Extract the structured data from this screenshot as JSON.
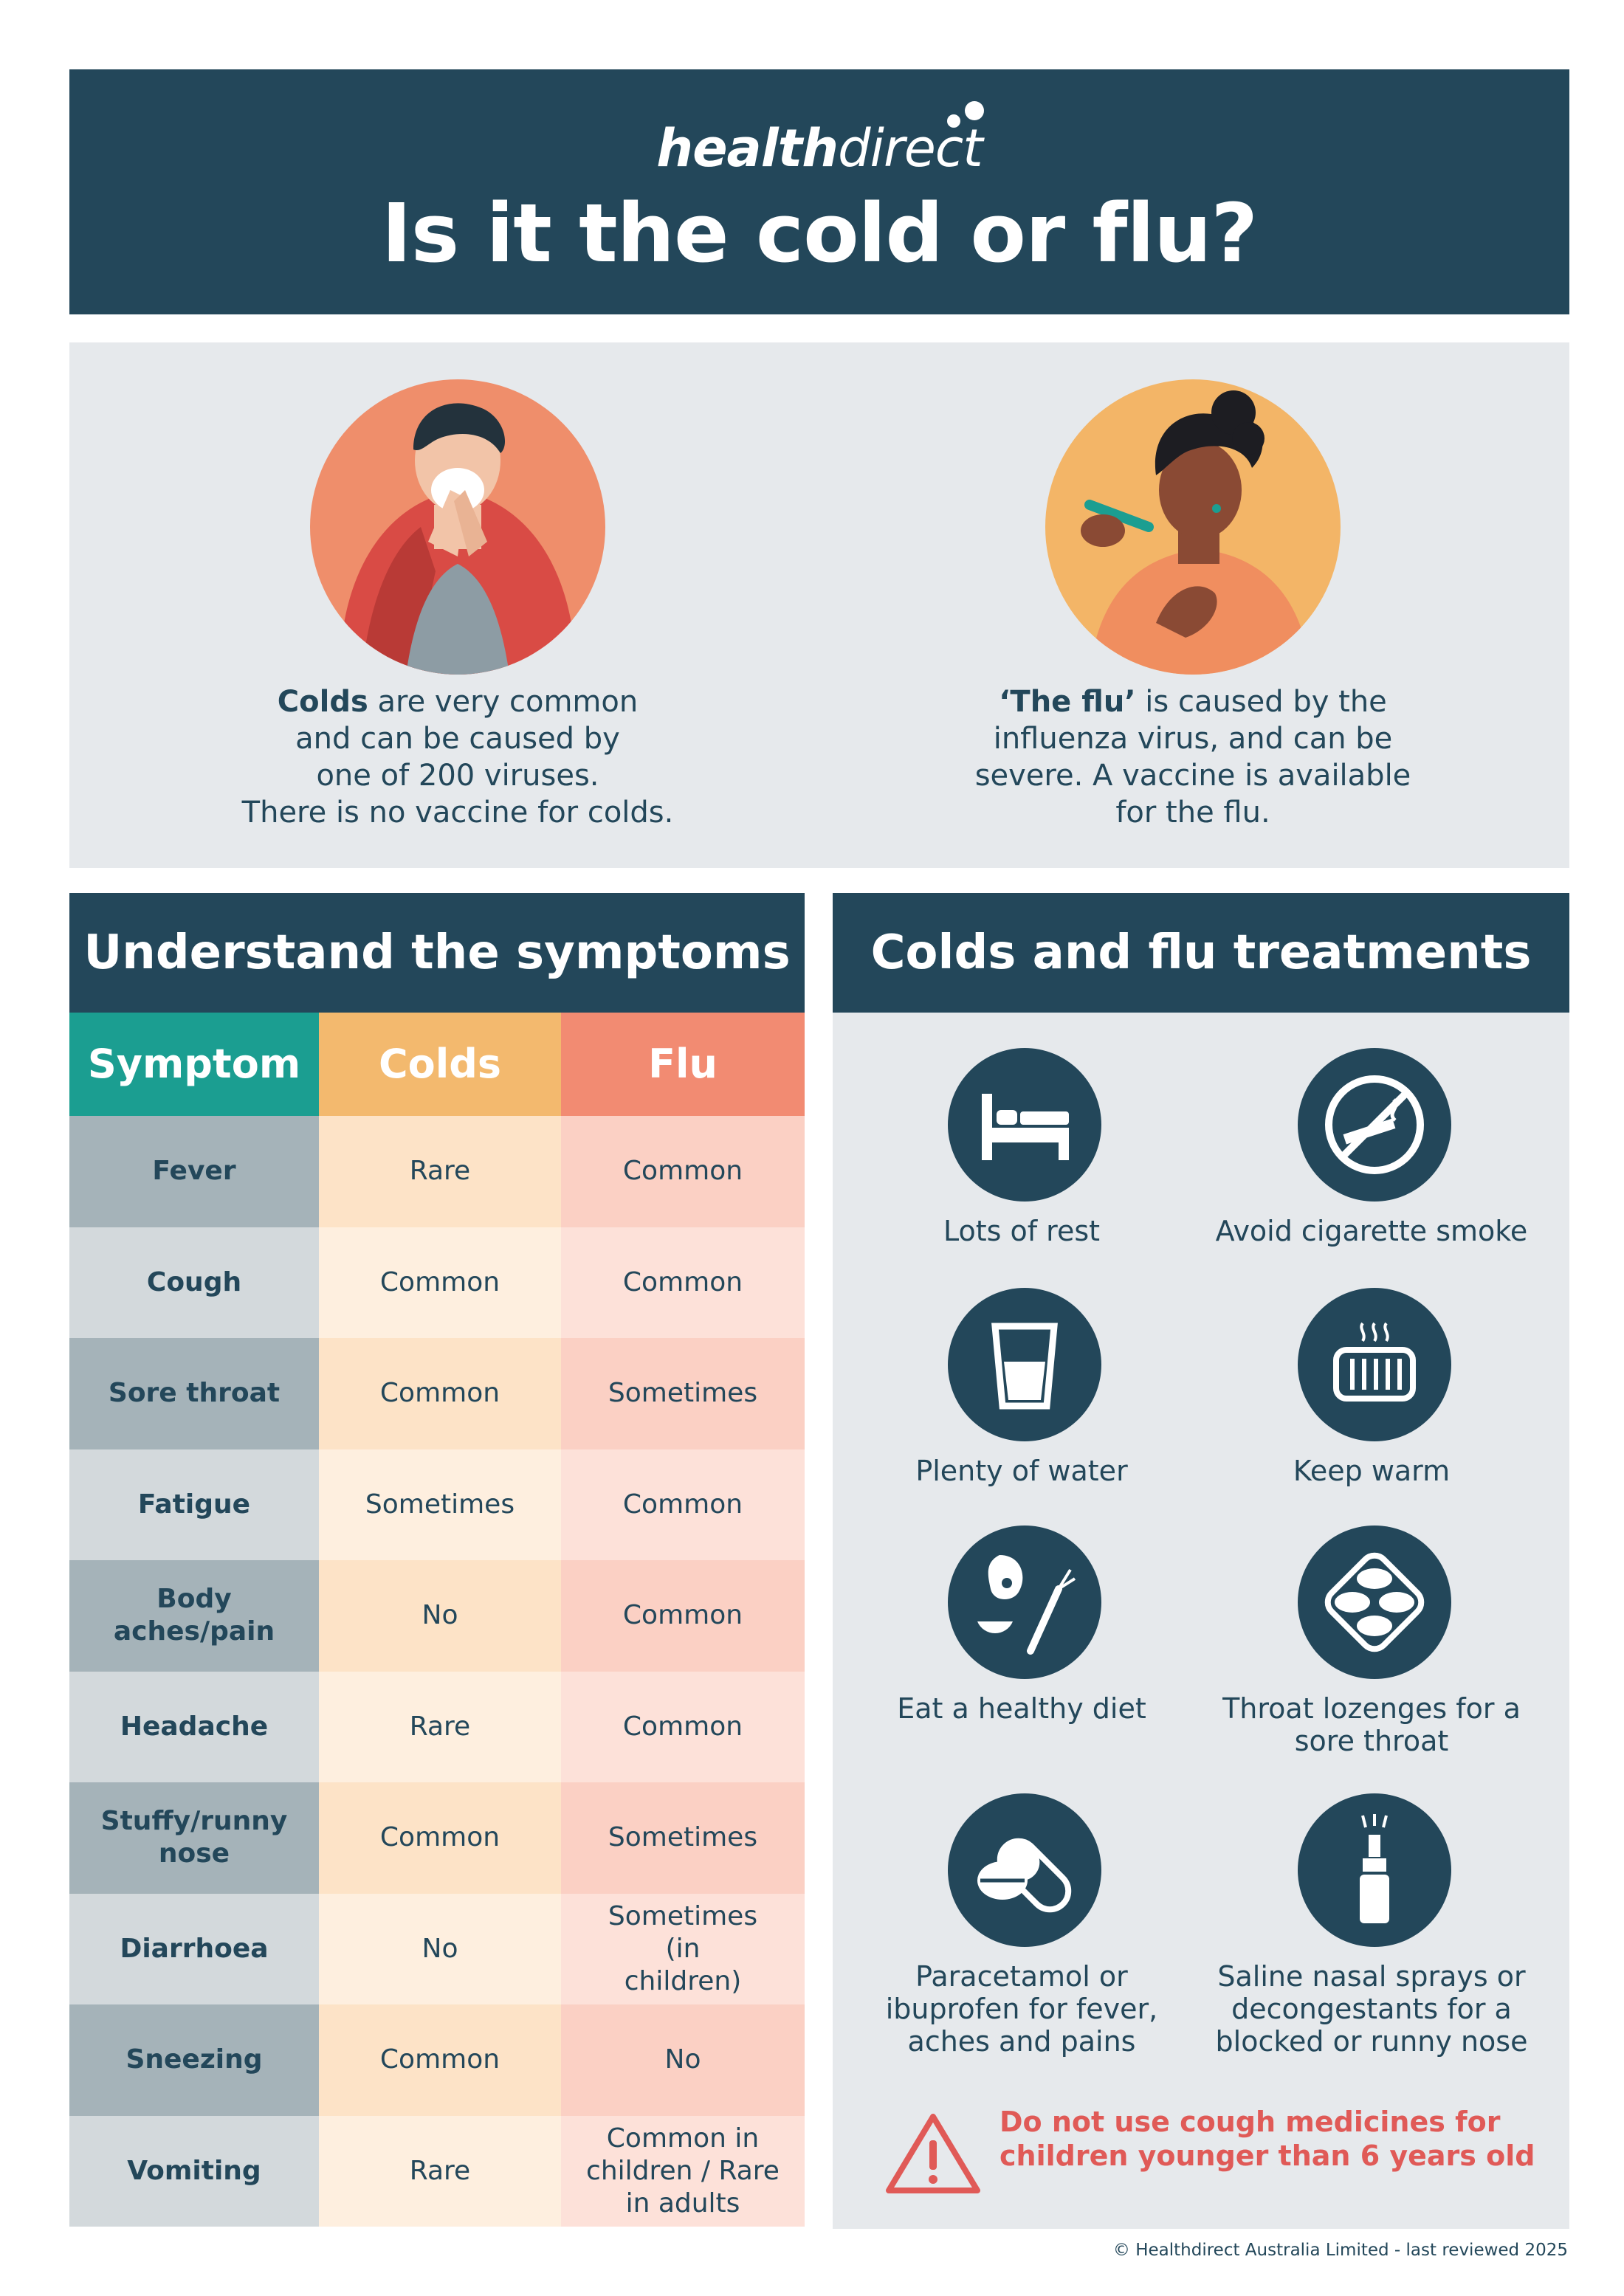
{
  "header": {
    "brand_bold": "health",
    "brand_light": "direct",
    "title": "Is it the cold or flu?"
  },
  "intro": {
    "cold": {
      "bold": "Colds",
      "text_lines": [
        "are very common",
        "and can be caused by",
        "one of 200 viruses.",
        "There is no vaccine for colds."
      ]
    },
    "flu": {
      "bold": "‘The flu’",
      "text_lines": [
        "is caused by the",
        "influenza virus, and can be",
        "severe. A vaccine is available",
        "for the flu."
      ]
    }
  },
  "symptoms": {
    "heading": "Understand the symptoms",
    "columns": [
      "Symptom",
      "Colds",
      "Flu"
    ],
    "rows": [
      {
        "symptom": "Fever",
        "colds": "Rare",
        "flu": "Common"
      },
      {
        "symptom": "Cough",
        "colds": "Common",
        "flu": "Common"
      },
      {
        "symptom": "Sore throat",
        "colds": "Common",
        "flu": "Sometimes"
      },
      {
        "symptom": "Fatigue",
        "colds": "Sometimes",
        "flu": "Common"
      },
      {
        "symptom": "Body aches/pain",
        "colds": "No",
        "flu": "Common"
      },
      {
        "symptom": "Headache",
        "colds": "Rare",
        "flu": "Common"
      },
      {
        "symptom": "Stuffy/runny nose",
        "colds": "Common",
        "flu": "Sometimes"
      },
      {
        "symptom": "Diarrhoea",
        "colds": "No",
        "flu": "Sometimes (in children)"
      },
      {
        "symptom": "Sneezing",
        "colds": "Common",
        "flu": "No"
      },
      {
        "symptom": "Vomiting",
        "colds": "Rare",
        "flu": "Common in children / Rare in adults"
      }
    ]
  },
  "treatments": {
    "heading": "Colds and flu treatments",
    "items": [
      {
        "label": "Lots of rest",
        "icon": "bed-icon"
      },
      {
        "label": "Avoid cigarette smoke",
        "icon": "no-smoking-icon"
      },
      {
        "label": "Plenty of water",
        "icon": "water-glass-icon"
      },
      {
        "label": "Keep warm",
        "icon": "heater-icon"
      },
      {
        "label": "Eat a healthy diet",
        "icon": "food-icon"
      },
      {
        "label": "Throat lozenges for a sore throat",
        "icon": "lozenges-icon"
      },
      {
        "label": "Paracetamol or ibuprofen for fever, aches and pains",
        "icon": "pills-icon"
      },
      {
        "label": "Saline nasal sprays or decongestants for a blocked or runny nose",
        "icon": "nasal-spray-icon"
      }
    ],
    "warning": "Do not use cough medicines for children younger than 6 years old"
  },
  "footer": "© Healthdirect Australia Limited - last reviewed 2025",
  "colors": {
    "navy": "#23475a",
    "teal": "#1b9e91",
    "orange": "#f3b96e",
    "salmon": "#f28b72",
    "warning": "#e05a57"
  }
}
